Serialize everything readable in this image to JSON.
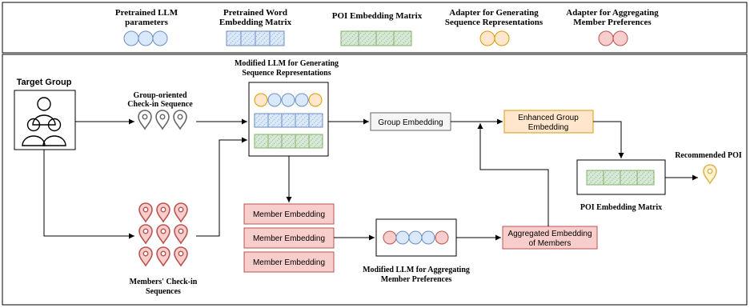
{
  "legend": {
    "items": [
      {
        "line1": "Pretrained LLM",
        "line2": "parameters"
      },
      {
        "line1": "Pretrained Word",
        "line2": "Embedding Matrix"
      },
      {
        "line1": "POI Embedding Matrix",
        "line2": ""
      },
      {
        "line1": "Adapter for Generating",
        "line2": "Sequence Representations"
      },
      {
        "line1": "Adapter for Aggregating",
        "line2": "Member Preferences"
      }
    ]
  },
  "diagram": {
    "target_group": "Target Group",
    "group_seq_line1": "Group-oriented",
    "group_seq_line2": "Check-in Sequence",
    "members_seq_line1": "Members' Check-in",
    "members_seq_line2": "Sequences",
    "llm1_line1": "Modified LLM for Generating",
    "llm1_line2": "Sequence Representations",
    "group_embedding": "Group Embedding",
    "enhanced_line1": "Enhanced Group",
    "enhanced_line2": "Embedding",
    "member_embedding_1": "Member Embedding",
    "member_embedding_2": "Member Embedding",
    "member_embedding_3": "Member Embedding",
    "llm2_line1": "Modified LLM for Aggregating",
    "llm2_line2": "Member Preferences",
    "aggregated_line1": "Aggregated Embedding",
    "aggregated_line2": "of Members",
    "poi_matrix": "POI Embedding Matrix",
    "recommended": "Recommended POI"
  },
  "colors": {
    "llm_fill": "#dae8fc",
    "llm_stroke": "#6c8ebf",
    "poi_fill": "#d5e8d4",
    "poi_stroke": "#82b366",
    "adapter1_fill": "#ffe6cc",
    "adapter1_stroke": "#d79b00",
    "adapter2_fill": "#f8cecc",
    "adapter2_stroke": "#b85450",
    "gray_fill": "#f5f5f5",
    "gray_stroke": "#666666",
    "pin_gray": "#666666",
    "pin_red": "#b85450",
    "pin_yellow": "#d6b656"
  }
}
